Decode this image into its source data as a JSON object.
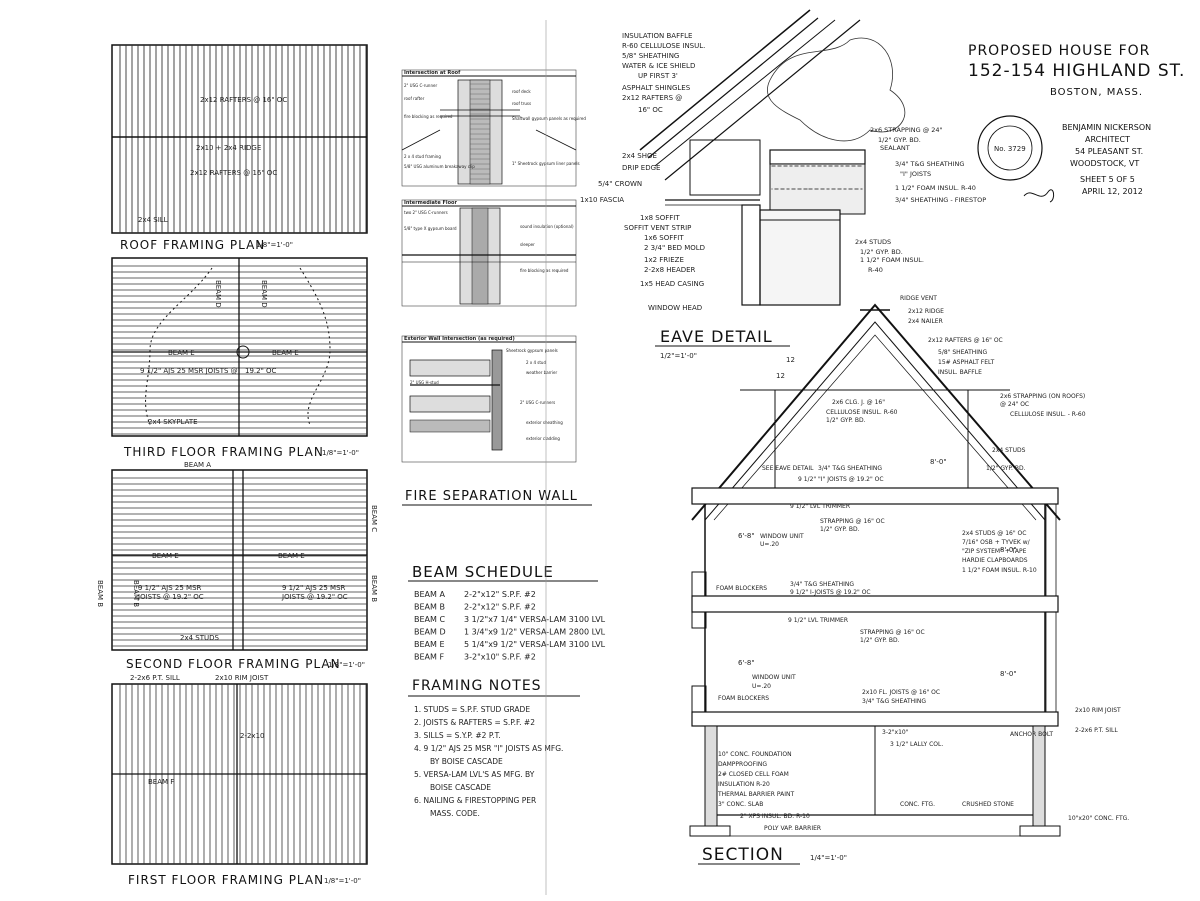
{
  "title_block": {
    "title_line1": "PROPOSED HOUSE FOR",
    "title_line2": "152-154 HIGHLAND ST.",
    "title_line3": "BOSTON, MASS.",
    "architect_line1": "BENJAMIN NICKERSON",
    "architect_line2": "ARCHITECT",
    "architect_line3": "54 PLEASANT ST.",
    "architect_line4": "WOODSTOCK, VT",
    "sheet": "SHEET 5 OF 5",
    "date": "APRIL 12, 2012",
    "seal_number": "No. 3729"
  },
  "roof_plan": {
    "title": "ROOF FRAMING PLAN",
    "scale": "1/8\"=1'-0\"",
    "labels": [
      "2x12 RAFTERS @ 16\" OC",
      "2x10 + 2x4 RIDGE",
      "2x12 RAFTERS @ 16\" OC",
      "2x4 SILL"
    ]
  },
  "third_floor_plan": {
    "title": "THIRD FLOOR FRAMING PLAN",
    "scale": "1/8\"=1'-0\"",
    "labels": [
      "BEAM E",
      "BEAM E",
      "9 1/2\" AJS 25 MSR JOISTS @",
      "19.2\" OC",
      "2x4 SKYPLATE",
      "BEAM D",
      "BEAM D"
    ]
  },
  "second_floor_plan": {
    "title": "SECOND FLOOR FRAMING PLAN",
    "scale": "1/8\"=1'-0\"",
    "labels": [
      "BEAM A",
      "BEAM E",
      "BEAM E",
      "9 1/2\" AJS 25 MSR",
      "JOISTS @ 19.2\" OC",
      "9 1/2\" AJS 25 MSR",
      "JOISTS @ 19.2\" OC",
      "2x4 STUDS",
      "BEAM C",
      "BEAM B",
      "BEAM B",
      "BEAM B"
    ]
  },
  "first_floor_plan": {
    "title": "FIRST FLOOR FRAMING PLAN",
    "scale": "1/8\"=1'-0\"",
    "labels": [
      "2-2x6 P.T. SILL",
      "2x10 RIM JOIST",
      "2-2x10",
      "BEAM F"
    ]
  },
  "fire_wall": {
    "title": "FIRE SEPARATION WALL",
    "panel1_title": "Intersection at Roof",
    "panel2_title": "Intermediate Floor",
    "panel3_title": "Exterior Wall Intersection (as required)",
    "panel1_labels": [
      "2\" USG C-runner",
      "roof rafter",
      "fire blocking as required",
      "2 x 4 stud framing",
      "5/8\" USG aluminum breakaway clip",
      "roof deck",
      "roof truss",
      "Shaftwall gypsum panels as required",
      "1\" Sheetrock gypsum liner panels"
    ],
    "panel2_labels": [
      "two 2\" USG C-runners",
      "5/8\" type X gypsum board",
      "sound insulation (optional)",
      "sleeper",
      "fire blocking as required"
    ],
    "panel3_labels": [
      "Sheetrock gypsum panels",
      "2 x 4 stud",
      "weather barrier",
      "2\" USG H-stud",
      "2\" USG C-runners",
      "exterior sheathing",
      "exterior cladding"
    ]
  },
  "beam_schedule": {
    "title": "BEAM SCHEDULE",
    "rows": [
      {
        "beam": "BEAM A",
        "spec": "2-2\"x12\" S.P.F. #2"
      },
      {
        "beam": "BEAM B",
        "spec": "2-2\"x12\" S.P.F. #2"
      },
      {
        "beam": "BEAM C",
        "spec": "3 1/2\"x7 1/4\" VERSA-LAM 3100 LVL"
      },
      {
        "beam": "BEAM D",
        "spec": "1 3/4\"x9 1/2\" VERSA-LAM 2800 LVL"
      },
      {
        "beam": "BEAM E",
        "spec": "5 1/4\"x9 1/2\" VERSA-LAM 3100 LVL"
      },
      {
        "beam": "BEAM F",
        "spec": "3-2\"x10\" S.P.F. #2"
      }
    ]
  },
  "framing_notes": {
    "title": "FRAMING NOTES",
    "notes": [
      "1. STUDS = S.P.F. STUD GRADE",
      "2. JOISTS & RAFTERS = S.P.F. #2",
      "3. SILLS = S.Y.P. #2 P.T.",
      "4. 9 1/2\" AJS 25 MSR \"I\" JOISTS AS MFG.",
      "BY BOISE CASCADE",
      "5. VERSA-LAM LVL'S AS MFG. BY",
      "BOISE CASCADE",
      "6. NAILING & FIRESTOPPING PER",
      "MASS. CODE."
    ]
  },
  "eave_detail": {
    "title": "EAVE DETAIL",
    "scale": "1/2\"=1'-0\"",
    "labels_left": [
      "INSULATION BAFFLE",
      "R-60 CELLULOSE INSUL.",
      "5/8\" SHEATHING",
      "WATER & ICE SHIELD",
      "UP FIRST 3'",
      "ASPHALT SHINGLES",
      "2x12 RAFTERS @",
      "16\" OC",
      "2x4 SHOE",
      "DRIP EDGE",
      "5/4\" CROWN",
      "1x10 FASCIA",
      "1x8 SOFFIT",
      "SOFFIT VENT STRIP",
      "1x6 SOFFIT",
      "2 3/4\" BED MOLD",
      "1x2 FRIEZE",
      "2-2x8 HEADER",
      "1x5 HEAD CASING",
      "WINDOW HEAD"
    ],
    "labels_right": [
      "2x6 STRAPPING @ 24\"",
      "1/2\" GYP. BD.",
      "SEALANT",
      "3/4\" T&G SHEATHING",
      "\"I\" JOISTS",
      "1 1/2\" FOAM INSUL. R-40",
      "3/4\" SHEATHING - FIRESTOP",
      "2x4 STUDS",
      "1/2\" GYP. BD.",
      "1 1/2\" FOAM INSUL.",
      "R-40"
    ]
  },
  "section": {
    "title": "SECTION",
    "scale": "1/4\"=1'-0\"",
    "labels": [
      "RIDGE VENT",
      "2x12 RIDGE",
      "2x4 NAILER",
      "2x12 RAFTERS @ 16\" OC",
      "5/8\" SHEATHING",
      "15# ASPHALT FELT",
      "INSUL. BAFFLE",
      "2x6 STRAPPING (ON ROOFS)",
      "@ 24\" OC",
      "CELLULOSE INSUL. - R-60",
      "2x6 CLG. J. @ 16\"",
      "CELLULOSE INSUL. R-60",
      "1/2\" GYP. BD.",
      "2x4 STUDS",
      "1/2\" GYP. BD.",
      "SEE EAVE DETAIL",
      "3/4\" T&G SHEATHING",
      "9 1/2\" \"I\" JOISTS @ 19.2\" OC",
      "9 1/2\" LVL TRIMMER",
      "STRAPPING @ 16\" OC",
      "1/2\" GYP. BD.",
      "WINDOW UNIT",
      "U=.20",
      "2x4 STUDS @ 16\" OC",
      "7/16\" OSB + TYVEK w/",
      "\"ZIP SYSTEM\" + TAPE",
      "HARDIE CLAPBOARDS",
      "1 1/2\" FOAM INSUL. R-10",
      "FOAM BLOCKERS",
      "3/4\" T&G SHEATHING",
      "9 1/2\" I-JOISTS @ 19.2\" OC",
      "9 1/2\" LVL TRIMMER",
      "STRAPPING @ 16\" OC",
      "1/2\" GYP. BD.",
      "WINDOW UNIT",
      "U=.20",
      "FOAM BLOCKERS",
      "2x10 FL. JOISTS @ 16\" OC",
      "3/4\" T&G SHEATHING",
      "2x10 RIM JOIST",
      "2-2x6 P.T. SILL",
      "ANCHOR BOLT",
      "3-2\"x10\"",
      "3 1/2\" LALLY COL.",
      "10\" CONC. FOUNDATION",
      "DAMPPROOFING",
      "2# CLOSED CELL FOAM",
      "INSULATION R-20",
      "THERMAL BARRIER PAINT",
      "3\" CONC. SLAB",
      "2\" XPS INSUL. BD. R-10",
      "POLY VAP. BARRIER",
      "CONC. FTG.",
      "CRUSHED STONE",
      "10\"x20\" CONC. FTG."
    ],
    "dims": [
      "12",
      "12",
      "8'-0\"",
      "8'-0\"",
      "8'-0\"",
      "6'-8\"",
      "6'-8\""
    ]
  }
}
